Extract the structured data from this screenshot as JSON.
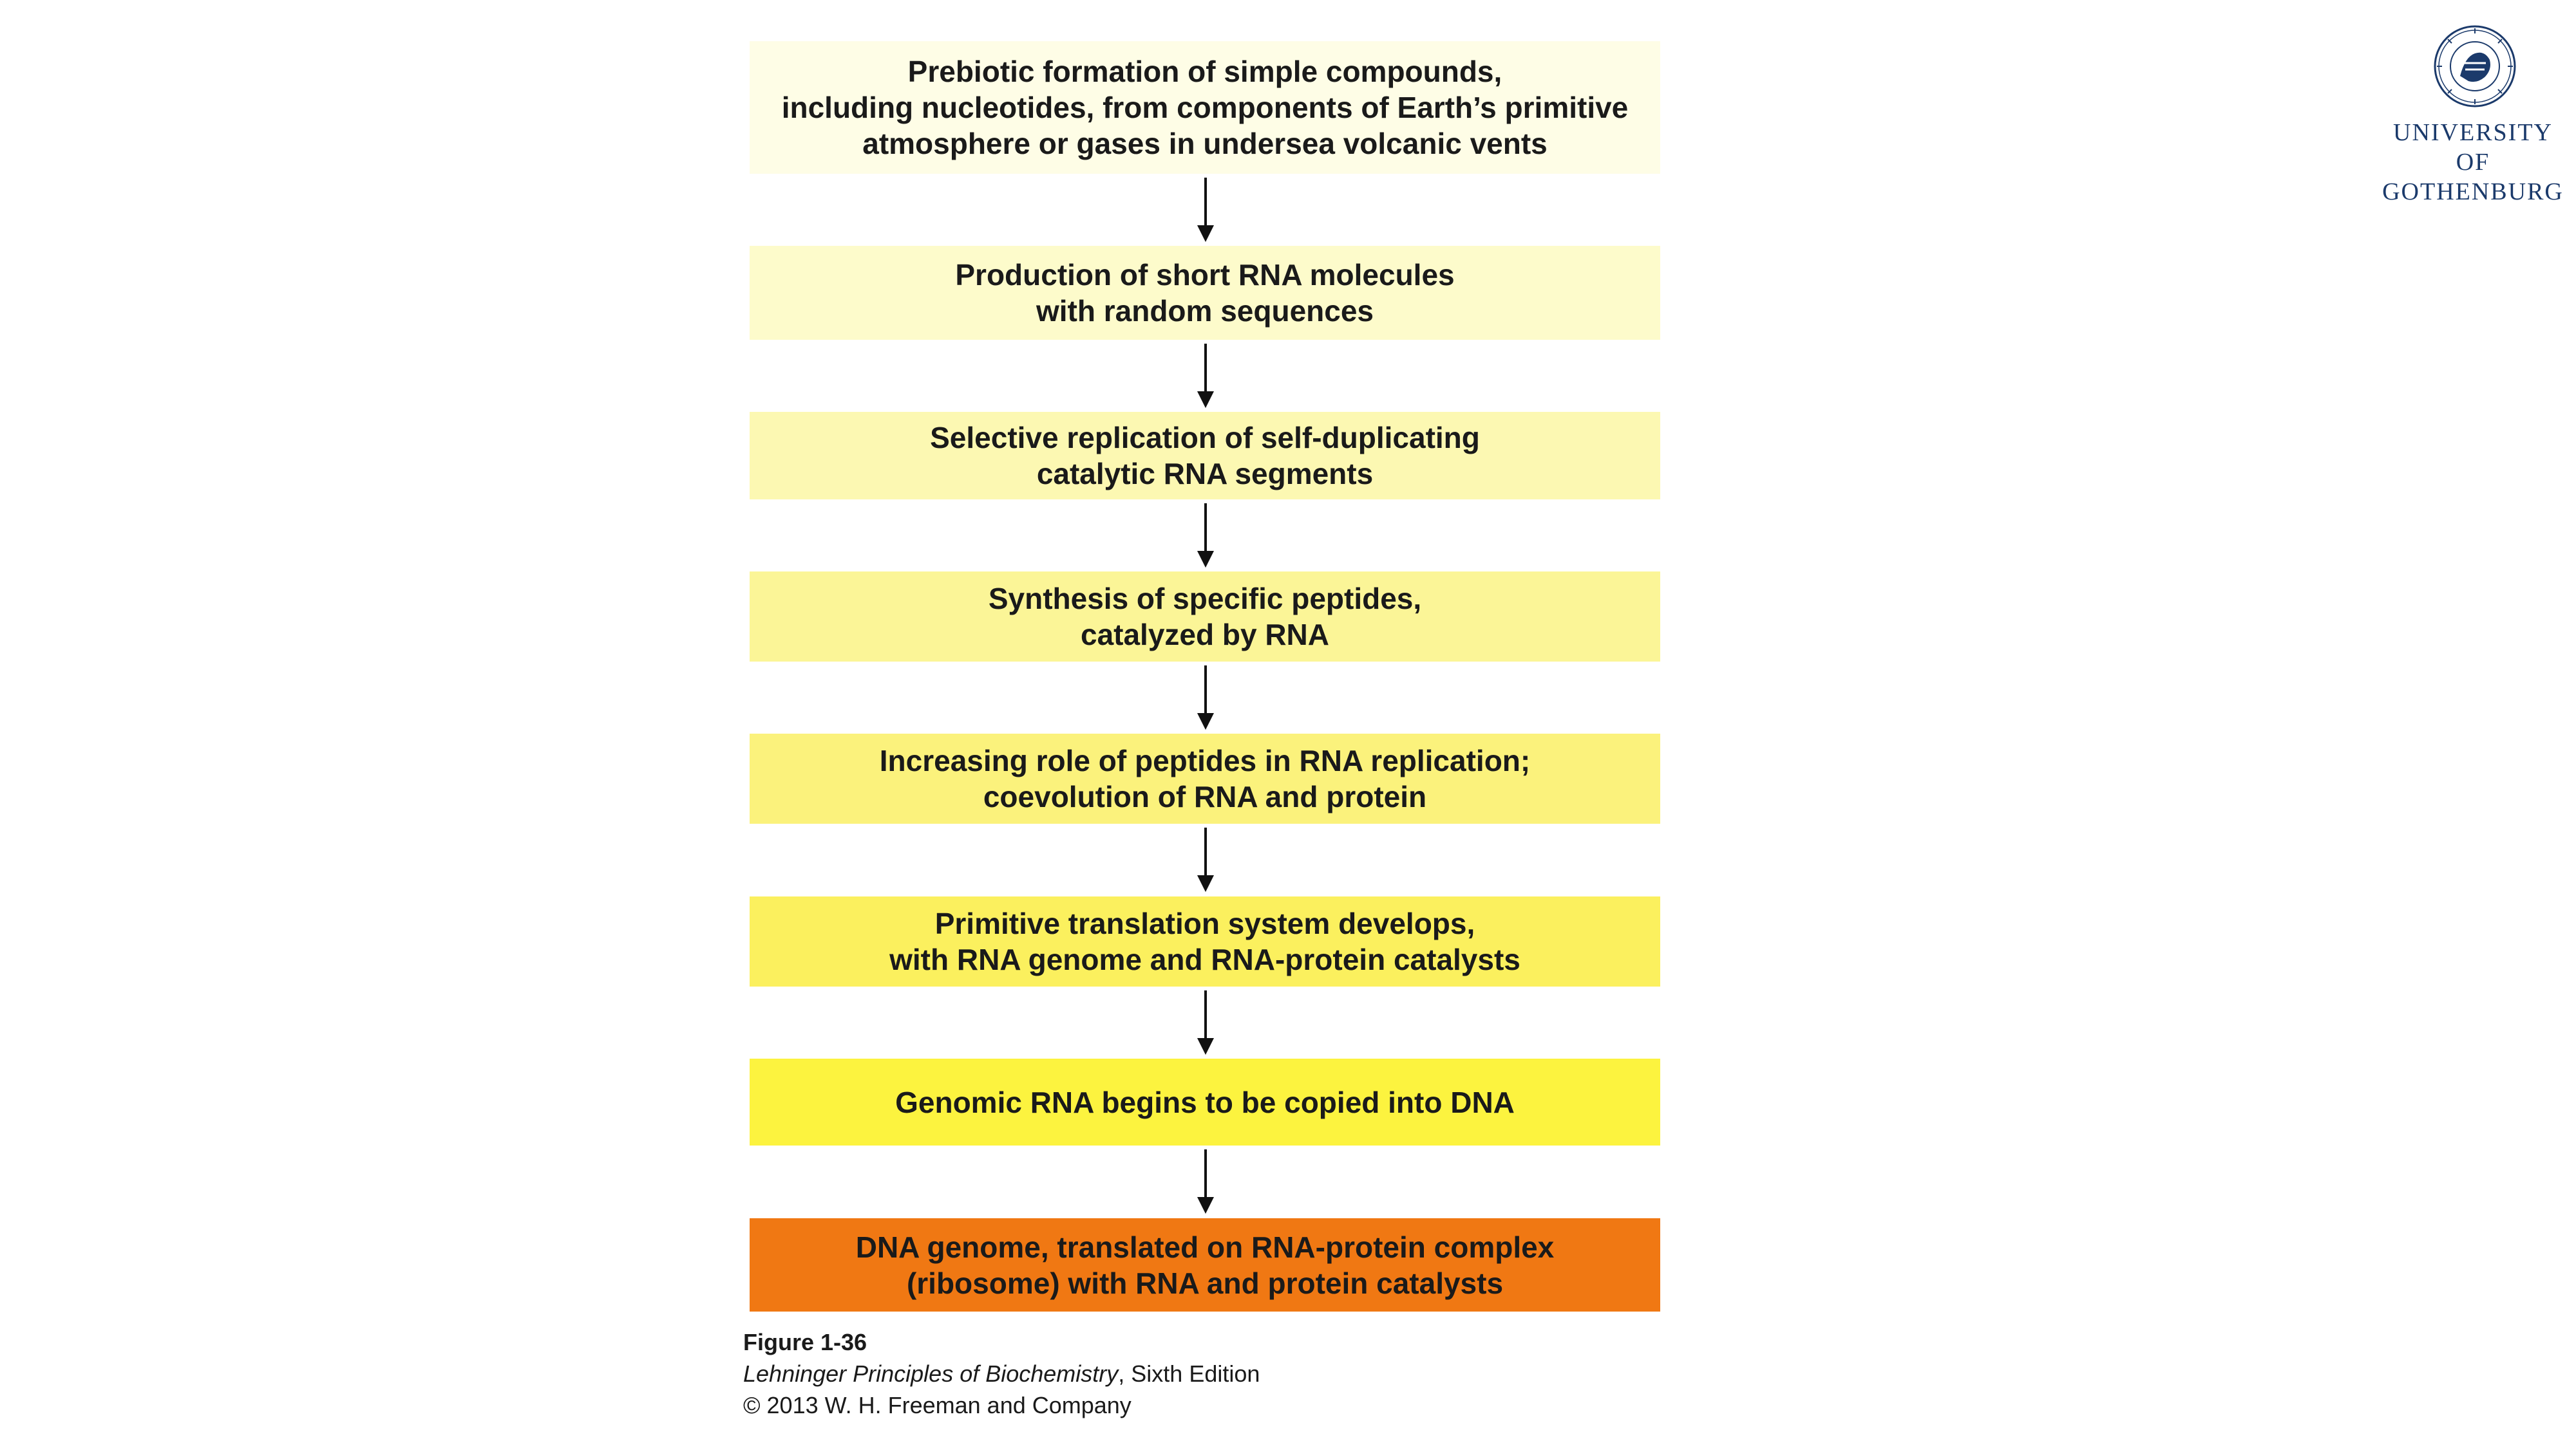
{
  "steps": [
    {
      "text": "Prebiotic formation of simple compounds,\nincluding nucleotides, from components of Earth’s primitive\natmosphere or gases in undersea volcanic vents",
      "color": "#fefde6"
    },
    {
      "text": "Production of short RNA molecules\nwith random sequences",
      "color": "#fdfbcb"
    },
    {
      "text": "Selective replication of self-duplicating\ncatalytic RNA segments",
      "color": "#fcf8b2"
    },
    {
      "text": "Synthesis of specific peptides,\ncatalyzed by RNA",
      "color": "#fbf597"
    },
    {
      "text": "Increasing role of peptides in RNA replication;\ncoevolution of RNA and protein",
      "color": "#fbf27c"
    },
    {
      "text": "Primitive translation system develops,\nwith RNA genome and RNA-protein catalysts",
      "color": "#fbf05e"
    },
    {
      "text": "Genomic RNA begins to be copied into DNA",
      "color": "#fcf33f"
    },
    {
      "text": "DNA genome, translated on RNA-protein complex\n(ribosome) with RNA and protein catalysts",
      "color": "#f07813"
    }
  ],
  "caption": {
    "figure": "Figure 1-36",
    "book_title": "Lehninger Principles of Biochemistry",
    "book_edition": ", Sixth Edition",
    "copyright": "© 2013 W. H. Freeman and Company"
  },
  "logo": {
    "name": "UNIVERSITY OF\nGOTHENBURG",
    "color": "#1b3a6b"
  }
}
